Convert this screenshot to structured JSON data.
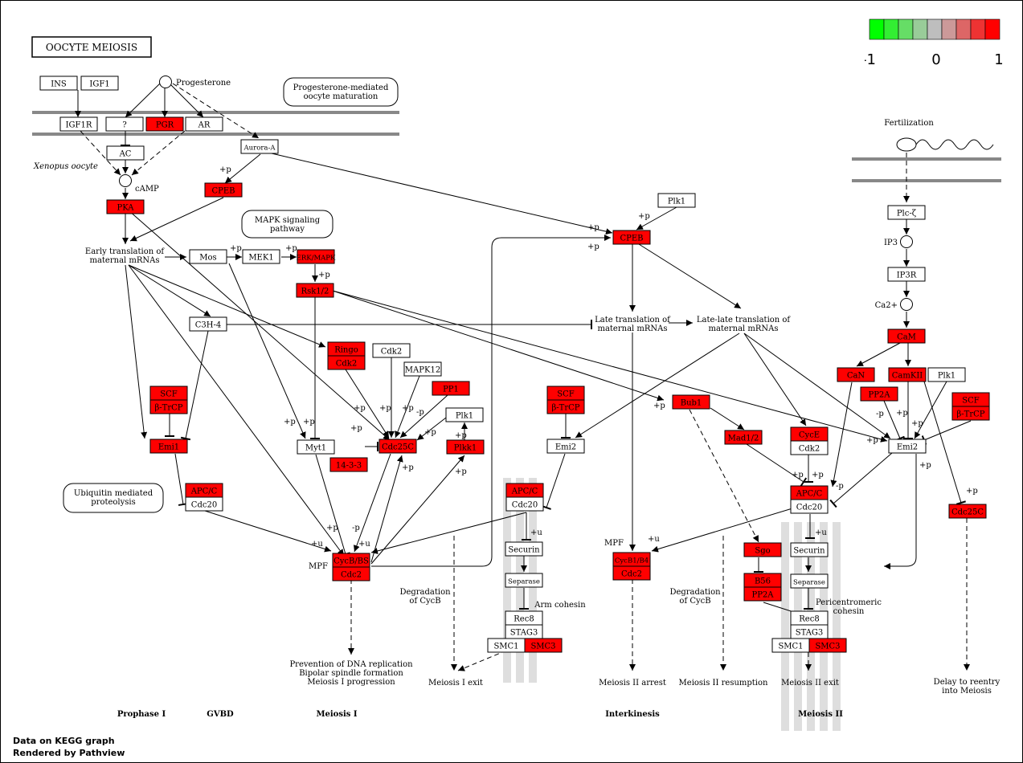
{
  "title": "OOCYTE MEIOSIS",
  "footer": {
    "line1": "Data on KEGG graph",
    "line2": "Rendered by Pathview"
  },
  "legend": {
    "min_label": "-1",
    "mid_label": "0",
    "max_label": "1",
    "colors": [
      "#00ff00",
      "#33ee33",
      "#66dd66",
      "#99cc99",
      "#bebebe",
      "#cc9999",
      "#dd6666",
      "#ee3333",
      "#ff0000"
    ]
  },
  "colors": {
    "up": "#ff0000",
    "neutral": "#ffffff",
    "stroke": "#000000",
    "membrane": "#888888"
  },
  "nodes": [
    {
      "id": "ins",
      "label": "INS",
      "state": "neutral"
    },
    {
      "id": "igf1",
      "label": "IGF1",
      "state": "neutral"
    },
    {
      "id": "igf1r",
      "label": "IGF1R",
      "state": "neutral"
    },
    {
      "id": "q",
      "label": "?",
      "state": "neutral"
    },
    {
      "id": "pgr",
      "label": "PGR",
      "state": "up"
    },
    {
      "id": "ar",
      "label": "AR",
      "state": "neutral"
    },
    {
      "id": "ac",
      "label": "AC",
      "state": "neutral"
    },
    {
      "id": "pka",
      "label": "PKA",
      "state": "up"
    },
    {
      "id": "aurora",
      "label": "Aurora-A",
      "state": "neutral"
    },
    {
      "id": "cpeb1",
      "label": "CPEB",
      "state": "up"
    },
    {
      "id": "mos",
      "label": "Mos",
      "state": "neutral"
    },
    {
      "id": "mek1",
      "label": "MEK1",
      "state": "neutral"
    },
    {
      "id": "ermapk",
      "label": "ERK/MAPK",
      "state": "up"
    },
    {
      "id": "rsk",
      "label": "Rsk1/2",
      "state": "up"
    },
    {
      "id": "c3h4",
      "label": "C3H-4",
      "state": "neutral"
    },
    {
      "id": "ringo",
      "label": "Ringo",
      "state": "up"
    },
    {
      "id": "cdk2a",
      "label": "Cdk2",
      "state": "up"
    },
    {
      "id": "cdk2b",
      "label": "Cdk2",
      "state": "neutral"
    },
    {
      "id": "mapk12",
      "label": "MAPK12",
      "state": "neutral"
    },
    {
      "id": "pp1",
      "label": "PP1",
      "state": "up"
    },
    {
      "id": "plk1a",
      "label": "Plk1",
      "state": "neutral"
    },
    {
      "id": "scf1",
      "label": "SCF",
      "state": "up"
    },
    {
      "id": "btrcp1",
      "label": "β-TrCP",
      "state": "up"
    },
    {
      "id": "emi1",
      "label": "Emi1",
      "state": "up"
    },
    {
      "id": "myt1",
      "label": "Myt1",
      "state": "neutral"
    },
    {
      "id": "cdc25c1",
      "label": "Cdc25C",
      "state": "up"
    },
    {
      "id": "plkk1",
      "label": "Plkk1",
      "state": "up"
    },
    {
      "id": "p1433",
      "label": "14-3-3",
      "state": "up"
    },
    {
      "id": "apcc1",
      "label": "APC/C",
      "state": "up"
    },
    {
      "id": "cdc20a",
      "label": "Cdc20",
      "state": "neutral"
    },
    {
      "id": "cycb1",
      "label": "CycB/BS",
      "state": "up"
    },
    {
      "id": "cdc2a",
      "label": "Cdc2",
      "state": "up"
    },
    {
      "id": "scf2",
      "label": "SCF",
      "state": "up"
    },
    {
      "id": "btrcp2",
      "label": "β-TrCP",
      "state": "up"
    },
    {
      "id": "emi2a",
      "label": "Emi2",
      "state": "neutral"
    },
    {
      "id": "apcc2",
      "label": "APC/C",
      "state": "up"
    },
    {
      "id": "cdc20b",
      "label": "Cdc20",
      "state": "neutral"
    },
    {
      "id": "securin1",
      "label": "Securin",
      "state": "neutral"
    },
    {
      "id": "separase1",
      "label": "Separase",
      "state": "neutral"
    },
    {
      "id": "rec8a",
      "label": "Rec8",
      "state": "neutral"
    },
    {
      "id": "stag3a",
      "label": "STAG3",
      "state": "neutral"
    },
    {
      "id": "smc1a",
      "label": "SMC1",
      "state": "neutral"
    },
    {
      "id": "smc3a",
      "label": "SMC3",
      "state": "up"
    },
    {
      "id": "plk1b",
      "label": "Plk1",
      "state": "neutral"
    },
    {
      "id": "cpeb2",
      "label": "CPEB",
      "state": "up"
    },
    {
      "id": "cycb2",
      "label": "CycB1/B4",
      "state": "up"
    },
    {
      "id": "cdc2b",
      "label": "Cdc2",
      "state": "up"
    },
    {
      "id": "bub1",
      "label": "Bub1",
      "state": "up"
    },
    {
      "id": "mad12",
      "label": "Mad1/2",
      "state": "up"
    },
    {
      "id": "cyce",
      "label": "CycE",
      "state": "up"
    },
    {
      "id": "cdk2c",
      "label": "Cdk2",
      "state": "neutral"
    },
    {
      "id": "sgo",
      "label": "Sgo",
      "state": "up"
    },
    {
      "id": "b56",
      "label": "B56",
      "state": "up"
    },
    {
      "id": "pp2a1",
      "label": "PP2A",
      "state": "up"
    },
    {
      "id": "apcc3",
      "label": "APC/C",
      "state": "up"
    },
    {
      "id": "cdc20c",
      "label": "Cdc20",
      "state": "neutral"
    },
    {
      "id": "securin2",
      "label": "Securin",
      "state": "neutral"
    },
    {
      "id": "separase2",
      "label": "Separase",
      "state": "neutral"
    },
    {
      "id": "rec8b",
      "label": "Rec8",
      "state": "neutral"
    },
    {
      "id": "stag3b",
      "label": "STAG3",
      "state": "neutral"
    },
    {
      "id": "smc1b",
      "label": "SMC1",
      "state": "neutral"
    },
    {
      "id": "smc3b",
      "label": "SMC3",
      "state": "up"
    },
    {
      "id": "plcz",
      "label": "Plc-ζ",
      "state": "neutral"
    },
    {
      "id": "ip3r",
      "label": "IP3R",
      "state": "neutral"
    },
    {
      "id": "calm",
      "label": "CaM",
      "state": "up"
    },
    {
      "id": "can",
      "label": "CaN",
      "state": "up"
    },
    {
      "id": "camkii",
      "label": "CamKII",
      "state": "up"
    },
    {
      "id": "plk1c",
      "label": "Plk1",
      "state": "neutral"
    },
    {
      "id": "pp2a2",
      "label": "PP2A",
      "state": "up"
    },
    {
      "id": "scf3",
      "label": "SCF",
      "state": "up"
    },
    {
      "id": "btrcp3",
      "label": "β-TrCP",
      "state": "up"
    },
    {
      "id": "emi2b",
      "label": "Emi2",
      "state": "neutral"
    },
    {
      "id": "cdc25c2",
      "label": "Cdc25C",
      "state": "up"
    }
  ],
  "labels": {
    "progesterone": "Progesterone",
    "camp": "cAMP",
    "xenopus": "Xenopus oocyte",
    "fertilization": "Fertilization",
    "ip3": "IP3",
    "ca": "Ca2+",
    "early_translation_1": "Early translation of",
    "early_translation_2": "maternal mRNAs",
    "late_translation_1": "Late translation of",
    "late_translation_2": "maternal mRNAs",
    "late_late_1": "Late-late translation of",
    "late_late_2": "maternal mRNAs",
    "mpf1": "MPF",
    "mpf2": "MPF",
    "arm_cohesin": "Arm cohesin",
    "pericentromeric_1": "Pericentromeric",
    "pericentromeric_2": "cohesin",
    "degradation1_1": "Degradation",
    "degradation1_2": "of CycB",
    "degradation2_1": "Degradation",
    "degradation2_2": "of CycB",
    "prevention_1": "Prevention of DNA replication",
    "prevention_2": "Bipolar spindle formation",
    "prevention_3": "Meiosis I progression",
    "meiosis1_exit": "Meiosis I exit",
    "meiosis2_arrest": "Meiosis II arrest",
    "meiosis2_resumption": "Meiosis II resumption",
    "meiosis2_exit": "Meiosis II exit",
    "delay_1": "Delay to reentry",
    "delay_2": "into Meiosis"
  },
  "pathways": [
    {
      "id": "prog",
      "line1": "Progesterone-mediated",
      "line2": "oocyte maturation"
    },
    {
      "id": "mapk",
      "line1": "MAPK signaling",
      "line2": "pathway"
    },
    {
      "id": "ubiq",
      "line1": "Ubiquitin mediated",
      "line2": "proteolysis"
    }
  ],
  "phases": [
    "Prophase I",
    "GVBD",
    "Meiosis I",
    "Interkinesis",
    "Meiosis II"
  ]
}
